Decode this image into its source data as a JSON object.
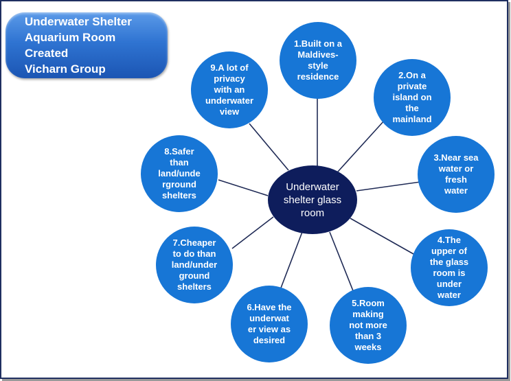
{
  "title_lines": [
    "Underwater Shelter",
    "Aquarium Room",
    "Created",
    "Vicharn Group"
  ],
  "center_label": "Underwater\nshelter glass\nroom",
  "nodes": [
    "1.Built on a\nMaldives-\nstyle\nresidence",
    "2.On a\nprivate\nisland on\nthe\nmainland",
    "3.Near sea\nwater or\nfresh\nwater",
    "4.The\nupper of\nthe glass\nroom is\nunder\nwater",
    "5.Room\nmaking\nnot more\nthan 3\nweeks",
    "6.Have the\nunderwat\ner view as\ndesired",
    "7.Cheaper\nto do than\nland/under\nground\nshelters",
    "8.Safer\nthan\nland/unde\nrground\nshelters",
    "9.A lot of\nprivacy\nwith an\nunderwater\nview"
  ],
  "colors": {
    "node": "#1776d6",
    "center": "#0e1d5c",
    "connector": "#1f2a55",
    "title_box": "#2f74d2"
  }
}
